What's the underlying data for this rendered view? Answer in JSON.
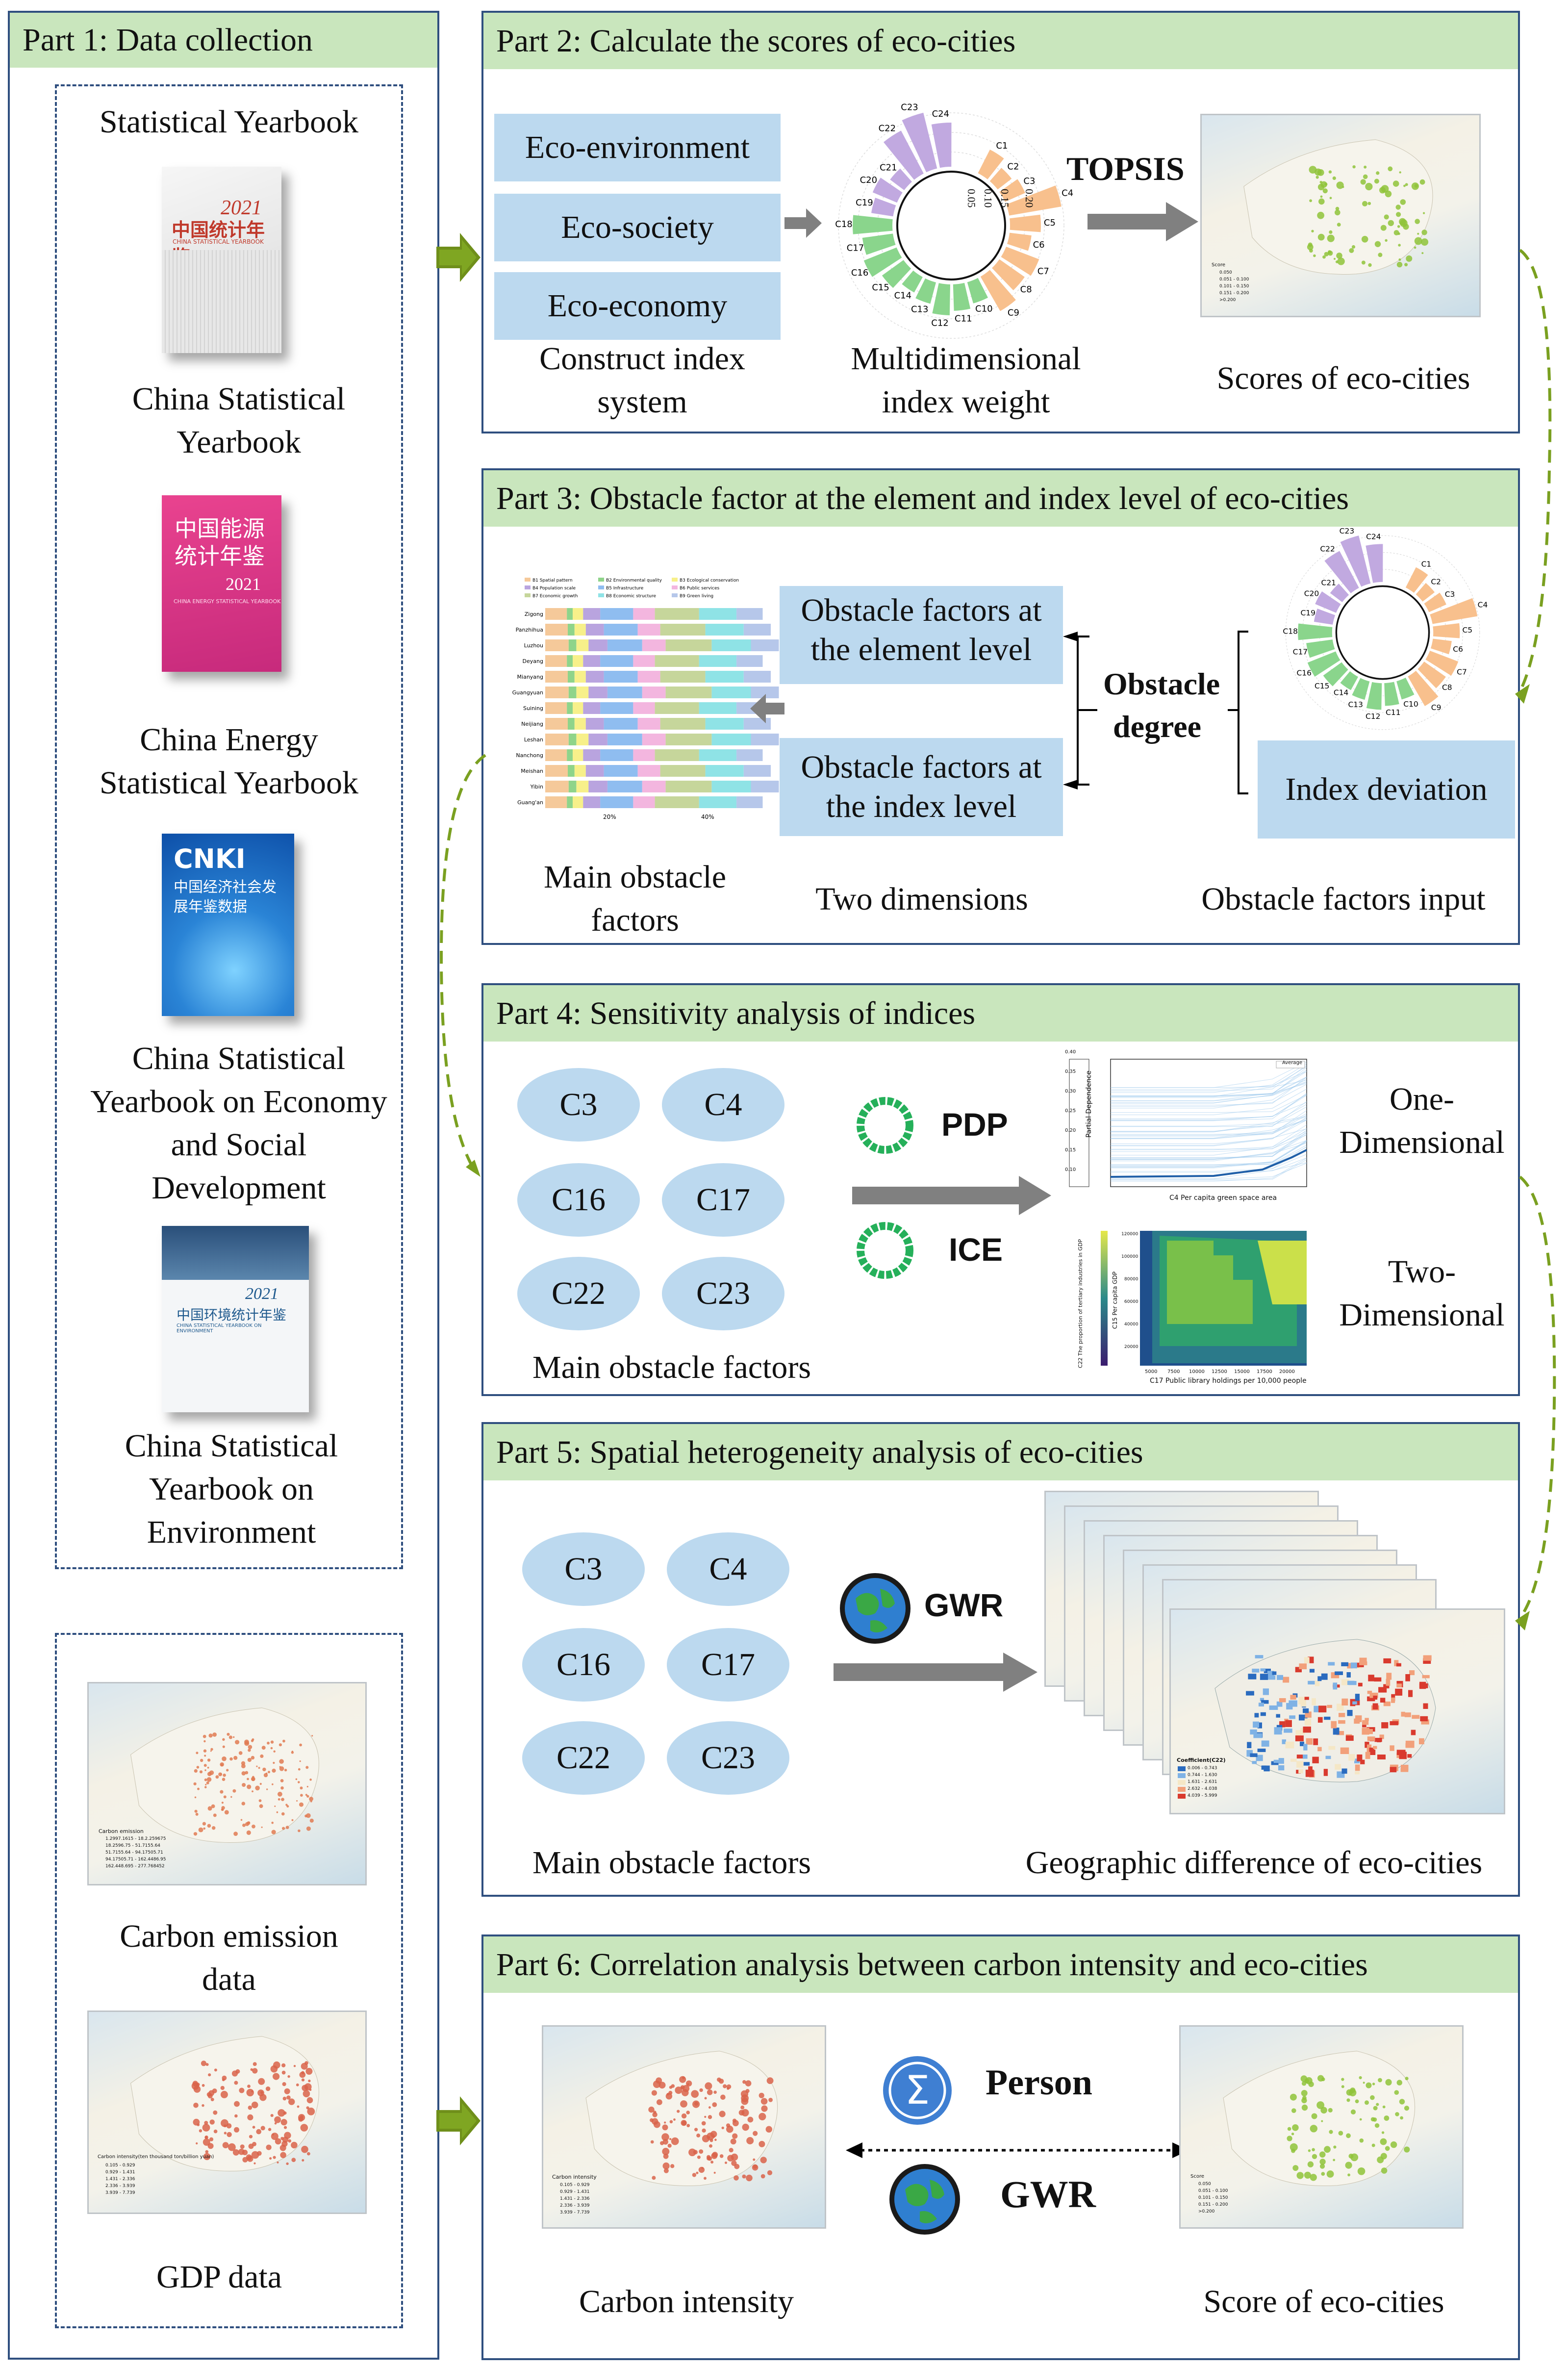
{
  "part1": {
    "header": "Part 1: Data collection",
    "yearbook_title": "Statistical Yearbook",
    "books": [
      {
        "label": [
          "China Statistical",
          "Yearbook"
        ],
        "cover_year": "2021",
        "cover_title": "中国统计年鉴",
        "cover_sub": "CHINA STATISTICAL YEARBOOK",
        "color": "#e8e8e8"
      },
      {
        "label": [
          "China Energy",
          "Statistical Yearbook"
        ],
        "cover_title": "中国能源统计年鉴",
        "cover_year": "2021",
        "cover_sub": "CHINA ENERGY STATISTICAL YEARBOOK",
        "color": "#d8368e"
      },
      {
        "label": [
          "China Statistical",
          "Yearbook on Economy",
          "and Social",
          "Development"
        ],
        "cover_title": "CNKI",
        "cover_sub": "中国经济社会发展年鉴数据",
        "color": "#1d6fc4"
      },
      {
        "label": [
          "China Statistical",
          "Yearbook on",
          "Environment"
        ],
        "cover_year": "2021",
        "cover_title": "中国环境统计年鉴",
        "cover_sub": "CHINA STATISTICAL YEARBOOK ON ENVIRONMENT",
        "color": "#f2f4f6"
      }
    ],
    "carbon_label": [
      "Carbon emission",
      "data"
    ],
    "gdp_label": "GDP data",
    "carbon_map_legend_title": "Carbon emission",
    "carbon_map_legend": [
      "1.2997.1615 - 18.2.259675",
      "18.2596.75 - 51.7155.64",
      "51.7155.64 - 94.17505.71",
      "94.17505.71 - 162.4486.95",
      "162.448.695 - 277.768452"
    ],
    "gdp_map_legend_title": "Carbon intensity(ten thousand ton/billion yuan)",
    "gdp_map_legend": [
      "0.105 - 0.929",
      "0.929 - 1.431",
      "1.431 - 2.336",
      "2.336 - 3.939",
      "3.939 - 7.739"
    ]
  },
  "part2": {
    "header": "Part 2: Calculate the scores of  eco-cities",
    "boxes": [
      "Eco-environment",
      "Eco-society",
      "Eco-economy"
    ],
    "construct_label": [
      "Construct index",
      "system"
    ],
    "weight_label": [
      "Multidimensional",
      "index weight"
    ],
    "topsis": "TOPSIS",
    "scores_label": "Scores of eco-cities",
    "radial_ticks": [
      "0.20",
      "0.15",
      "0.10",
      "0.05"
    ],
    "radial_labels": [
      "C1",
      "C2",
      "C3",
      "C4",
      "C5",
      "C6",
      "C7",
      "C8",
      "C9",
      "C10",
      "C11",
      "C12",
      "C13",
      "C14",
      "C15",
      "C16",
      "C17",
      "C18",
      "C19",
      "C20",
      "C21",
      "C22",
      "C23",
      "C24"
    ],
    "score_legend_title": "Score",
    "score_legend": [
      "0.050",
      "0.051 - 0.100",
      "0.101 - 0.150",
      "0.151 - 0.200",
      ">0.200"
    ]
  },
  "part3": {
    "header": "Part 3: Obstacle factor at the element and index level of eco-cities",
    "box_element": [
      "Obstacle factors at",
      "the element level"
    ],
    "box_index": [
      "Obstacle factors at",
      "the index level"
    ],
    "obstacle": [
      "Obstacle",
      "degree"
    ],
    "index_deviation": "Index deviation",
    "main_label": [
      "Main obstacle",
      "factors"
    ],
    "two_dim_label": "Two dimensions",
    "input_label": "Obstacle factors input",
    "bar_cities": [
      "Zigong",
      "Panzhihua",
      "Luzhou",
      "Deyang",
      "Mianyang",
      "Guangyuan",
      "Suining",
      "Neijiang",
      "Leshan",
      "Nanchong",
      "Meishan",
      "Yibin",
      "Guang'an"
    ],
    "bar_axis": [
      "20%",
      "40%"
    ],
    "bar_legend": [
      "B1 Spatial pattern",
      "B2 Environmental quality",
      "B3 Ecological conservation",
      "B4 Population scale",
      "B5 Infrastructure",
      "B6 Public services",
      "B7 Economic growth",
      "B8 Economic structure",
      "B9 Green living"
    ],
    "bar_colors": [
      "#f5c99a",
      "#8fd48a",
      "#f7f08a",
      "#b9a4df",
      "#8fbdf0",
      "#f3b6df",
      "#c6d69b",
      "#8fe3e6",
      "#b6c7ea"
    ]
  },
  "part4": {
    "header": "Part 4: Sensitivity analysis of indices",
    "ellipses": [
      "C3",
      "C4",
      "C16",
      "C17",
      "C22",
      "C23"
    ],
    "main_label": "Main obstacle factors",
    "pdp": "PDP",
    "ice": "ICE",
    "one_dim": [
      "One-",
      "Dimensional"
    ],
    "two_dim": [
      "Two-",
      "Dimensional"
    ],
    "pdp_xlabel": "C4 Per capita green space area",
    "pdp_ylabel": "Partial Dependence",
    "pdp_legend": "Average",
    "pdp_yticks": [
      "0.40",
      "0.35",
      "0.30",
      "0.25",
      "0.20",
      "0.15",
      "0.10"
    ],
    "heat_xlabel": "C17 Public library holdings per 10,000 people",
    "heat_ylabel": "C15 Per capita GDP",
    "heat_ylabel2": "C22 The proportion of tertiary industries in GDP",
    "heat_xticks": [
      "5000",
      "7500",
      "10000",
      "12500",
      "15000",
      "17500",
      "20000"
    ],
    "heat_yticks": [
      "120000",
      "100000",
      "80000",
      "60000",
      "40000",
      "20000"
    ]
  },
  "part5": {
    "header": "Part 5: Spatial heterogeneity analysis of eco-cities",
    "ellipses": [
      "C3",
      "C4",
      "C16",
      "C17",
      "C22",
      "C23"
    ],
    "gwr": "GWR",
    "main_label": "Main obstacle factors",
    "geo_label": "Geographic difference of eco-cities",
    "legend_title": "Coefficient(C22)",
    "legend": [
      "0.006 - 0.743",
      "0.744 - 1.630",
      "1.631 - 2.631",
      "2.632 - 4.038",
      "4.039 - 5.999"
    ],
    "stack_label": "Co"
  },
  "part6": {
    "header": "Part 6: Correlation analysis between carbon intensity and eco-cities",
    "person": "Person",
    "gwr": "GWR",
    "carbon_label": "Carbon intensity",
    "score_label": "Score of eco-cities",
    "carbon_legend_title": "Carbon intensity",
    "carbon_legend": [
      "0.105 - 0.929",
      "0.929 - 1.431",
      "1.431 - 2.336",
      "2.336 - 3.939",
      "3.939 - 7.739"
    ],
    "score_legend_title": "Score",
    "score_legend": [
      "0.050",
      "0.051 - 0.100",
      "0.101 - 0.150",
      "0.151 - 0.200",
      ">0.200"
    ]
  },
  "colors": {
    "panel_border": "#2f4f7f",
    "header_fill": "#c9e6bd",
    "box_fill": "#bcd9ef",
    "arrow_green": "#6f8f1a",
    "arrow_gray": "#808080",
    "dashed_green": "#7aa020"
  }
}
